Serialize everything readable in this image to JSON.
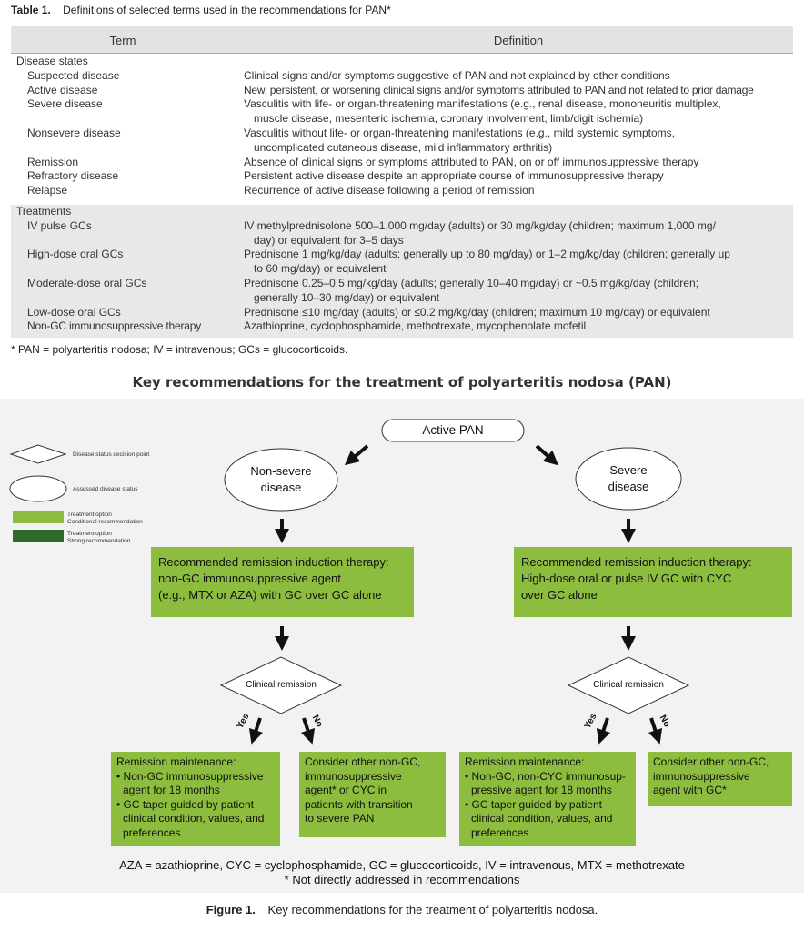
{
  "table": {
    "label": "Table 1.",
    "title": "Definitions of selected terms used in the recommendations for PAN*",
    "headers": {
      "term": "Term",
      "definition": "Definition"
    },
    "sections": [
      {
        "name": "Disease states",
        "rows": [
          {
            "term": "Suspected disease",
            "def": [
              "Clinical signs and/or symptoms suggestive of PAN and not explained by other conditions"
            ]
          },
          {
            "term": "Active disease",
            "def": [
              "New, persistent, or worsening clinical signs and/or symptoms attributed to PAN and not related to prior damage"
            ]
          },
          {
            "term": "Severe disease",
            "def": [
              "Vasculitis with life- or organ-threatening manifestations (e.g., renal disease, mononeuritis multiplex,",
              "muscle disease, mesenteric ischemia, coronary involvement, limb/digit ischemia)"
            ]
          },
          {
            "term": "Nonsevere disease",
            "def": [
              "Vasculitis without life- or organ-threatening manifestations (e.g., mild systemic symptoms,",
              "uncomplicated cutaneous disease, mild inflammatory arthritis)"
            ]
          },
          {
            "term": "Remission",
            "def": [
              "Absence of clinical signs or symptoms attributed to PAN, on or off immunosuppressive therapy"
            ]
          },
          {
            "term": "Refractory disease",
            "def": [
              "Persistent active disease despite an appropriate course of immunosuppressive therapy"
            ]
          },
          {
            "term": "Relapse",
            "def": [
              "Recurrence of active disease following a period of remission"
            ]
          }
        ]
      },
      {
        "name": "Treatments",
        "rows": [
          {
            "term": "IV pulse GCs",
            "def": [
              "IV methylprednisolone 500–1,000 mg/day (adults) or 30 mg/kg/day (children; maximum 1,000 mg/",
              "day) or equivalent for 3–5 days"
            ]
          },
          {
            "term": "High-dose oral GCs",
            "def": [
              "Prednisone 1 mg/kg/day (adults; generally up to 80 mg/day) or 1–2 mg/kg/day (children; generally up",
              "to 60 mg/day) or equivalent"
            ]
          },
          {
            "term": "Moderate-dose oral GCs",
            "def": [
              "Prednisone 0.25–0.5 mg/kg/day (adults; generally 10–40 mg/day) or ~0.5 mg/kg/day (children;",
              "generally 10–30 mg/day) or equivalent"
            ]
          },
          {
            "term": "Low-dose oral GCs",
            "def": [
              "Prednisone ≤10 mg/day (adults) or ≤0.2 mg/kg/day (children; maximum 10 mg/day) or equivalent"
            ]
          },
          {
            "term": "Non-GC immunosuppressive therapy",
            "def": [
              "Azathioprine, cyclophosphamide, methotrexate, mycophenolate mofetil"
            ]
          }
        ]
      }
    ],
    "footnote": "* PAN = polyarteritis nodosa; IV = intravenous; GCs = glucocorticoids."
  },
  "figure": {
    "title": "Key recommendations for the treatment of polyarteritis nodosa (PAN)",
    "legend": {
      "decision": "Disease status decision point",
      "assessed": "Assessed disease status",
      "conditional": [
        "Treatment option",
        "Conditional recommendation"
      ],
      "strong": [
        "Treatment option",
        "Strong recommendation"
      ],
      "conditional_color": "#8dbd3e",
      "strong_color": "#2e6b2a"
    },
    "start": "Active PAN",
    "nonsevere": {
      "label": [
        "Non-severe",
        "disease"
      ],
      "induction": [
        "Recommended remission induction therapy:",
        "non-GC immunosuppressive agent",
        "(e.g., MTX or AZA) with GC over GC alone"
      ],
      "decision": "Clinical remission",
      "yes": "Yes",
      "no": "No",
      "maintenance": [
        "Remission maintenance:",
        "• Non-GC immunosuppressive",
        "agent for 18 months",
        "• GC taper guided by patient",
        "clinical condition, values, and",
        "preferences"
      ],
      "other": [
        "Consider other non-GC,",
        "immunosuppressive",
        "agent* or CYC in",
        "patients with transition",
        "to severe PAN"
      ]
    },
    "severe": {
      "label": [
        "Severe",
        "disease"
      ],
      "induction": [
        "Recommended remission induction therapy:",
        "High-dose oral or pulse IV GC with CYC",
        "over GC alone"
      ],
      "decision": "Clinical remission",
      "yes": "Yes",
      "no": "No",
      "maintenance": [
        "Remission maintenance:",
        "• Non-GC, non-CYC immunosup-",
        "pressive agent for 18 months",
        "• GC taper guided by patient",
        "clinical condition, values, and",
        "preferences"
      ],
      "other": [
        "Consider other non-GC,",
        "immunosuppressive",
        "agent with GC*"
      ]
    },
    "abbreviations": "AZA = azathioprine, CYC = cyclophosphamide, GC = glucocorticoids, IV = intravenous, MTX = methotrexate",
    "abbr_note": "* Not directly addressed in recommendations",
    "caption_label": "Figure 1.",
    "caption": "Key recommendations for the treatment of polyarteritis nodosa."
  }
}
